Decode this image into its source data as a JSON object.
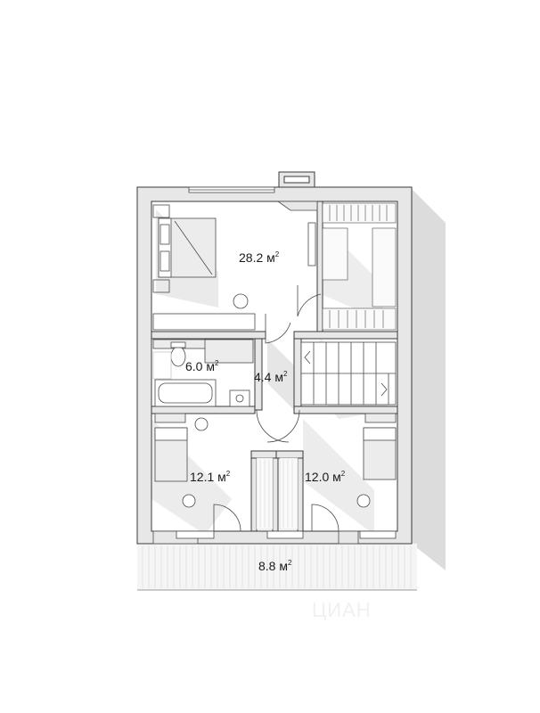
{
  "rooms": [
    {
      "id": "master-bedroom",
      "area": "28.2",
      "unit": "м",
      "sup": "2"
    },
    {
      "id": "bathroom",
      "area": "6.0",
      "unit": "м",
      "sup": "2"
    },
    {
      "id": "hall",
      "area": "4.4",
      "unit": "м",
      "sup": "2"
    },
    {
      "id": "bedroom-left",
      "area": "12.1",
      "unit": "м",
      "sup": "2"
    },
    {
      "id": "bedroom-right",
      "area": "12.0",
      "unit": "м",
      "sup": "2"
    },
    {
      "id": "balcony",
      "area": "8.8",
      "unit": "м",
      "sup": "2"
    }
  ],
  "watermark": "ЦИАН",
  "colors": {
    "wall": "#e7e7e7",
    "wall_stroke": "#3a3a3a",
    "shadow": "#dcdcdc",
    "floor_shade": "#f2f2f2",
    "line": "#4a4a4a"
  }
}
